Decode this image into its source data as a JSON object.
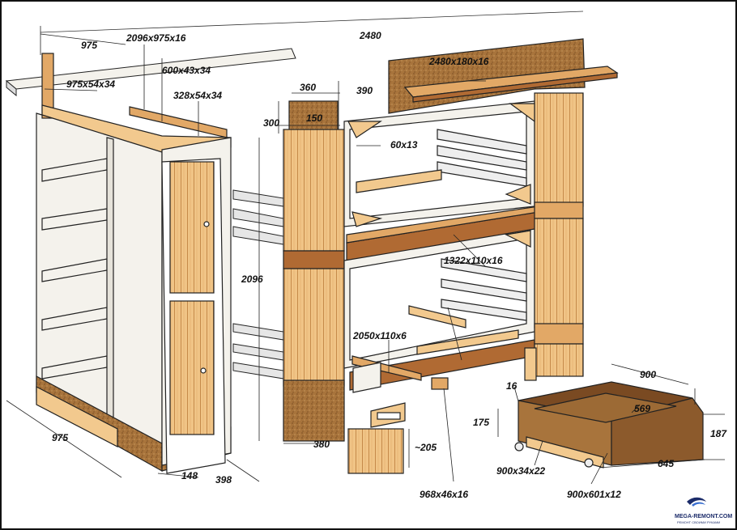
{
  "diagram": {
    "colors": {
      "wood_light": "#f2c98e",
      "wood_mid": "#e2a866",
      "wood_dark": "#b06a33",
      "chipboard": "#9c6a35",
      "outline": "#222222",
      "frame_white": "#f4f2ec",
      "rail_gray": "#d8d8d8"
    },
    "dimensions": {
      "total_length": "2480",
      "cabinet_width_top": "975",
      "panel_top_size": "2096x975x16",
      "top_rail": "975x54x34",
      "top_board": "600x43x34",
      "door_rail": "328x54x34",
      "shelf_board": "2480x180x16",
      "post_width": "360",
      "post_height_offset": "390",
      "post_top": "300",
      "post_inner": "150",
      "bracket": "60x13",
      "side_rail": "1322x110x16",
      "total_height": "2096",
      "slat": "2050x110x6",
      "base_width": "975",
      "base_depth": "148",
      "base_side": "398",
      "post_base": "380",
      "step_height": "~205",
      "step_board": "968x46x16",
      "drawer_length": "900",
      "drawer_wall": "16",
      "drawer_height": "175",
      "drawer_inner": "569",
      "drawer_side": "187",
      "drawer_runner": "900x34x22",
      "drawer_bottom": "900x601x12",
      "drawer_depth": "645"
    },
    "watermark": {
      "site": "MEGA-REMONT.COM",
      "tagline": "РЕМОНТ СВОИМИ РУКАМИ"
    }
  }
}
